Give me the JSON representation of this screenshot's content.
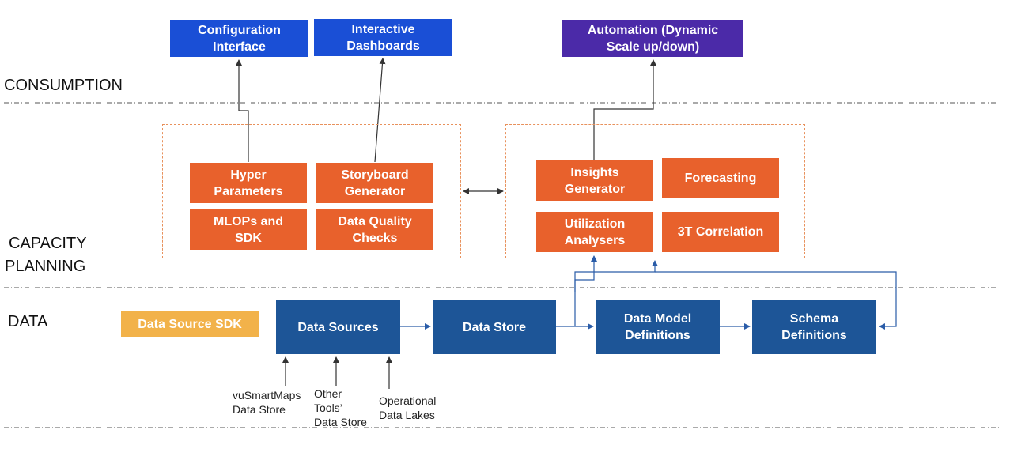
{
  "layers": {
    "consumption": "CONSUMPTION",
    "capacity_planning_line1": "CAPACITY",
    "capacity_planning_line2": "PLANNING",
    "data": "DATA"
  },
  "consumption": {
    "config_line1": "Configuration",
    "config_line2": "Interface",
    "dashboards_line1": "Interactive",
    "dashboards_line2": "Dashboards",
    "automation_line1": "Automation (Dynamic",
    "automation_line2": "Scale up/down)"
  },
  "capacity_planning": {
    "left_group": {
      "hyper_line1": "Hyper",
      "hyper_line2": "Parameters",
      "storyboard_line1": "Storyboard",
      "storyboard_line2": "Generator",
      "mlops_line1": "MLOPs and",
      "mlops_line2": "SDK",
      "dq_line1": "Data Quality",
      "dq_line2": "Checks"
    },
    "right_group": {
      "insights_line1": "Insights",
      "insights_line2": "Generator",
      "forecasting": "Forecasting",
      "util_line1": "Utilization",
      "util_line2": "Analysers",
      "correlation": "3T Correlation"
    }
  },
  "data_layer": {
    "sdk": "Data Source SDK",
    "sources": "Data Sources",
    "store": "Data Store",
    "model_line1": "Data Model",
    "model_line2": "Definitions",
    "schema_line1": "Schema",
    "schema_line2": "Definitions",
    "source_inputs": {
      "vusmart_line1": "vuSmartMaps",
      "vusmart_line2": "Data Store",
      "other_line1": "Other",
      "other_line2": "Tools’",
      "other_line3": "Data Store",
      "lakes_line1": "Operational",
      "lakes_line2": "Data Lakes"
    }
  },
  "colors": {
    "consumption_blue": "#1a4fd6",
    "automation_purple": "#4b2aa8",
    "capacity_orange": "#e8612c",
    "data_navy": "#1d5597",
    "sdk_yellow": "#f2b24a"
  }
}
